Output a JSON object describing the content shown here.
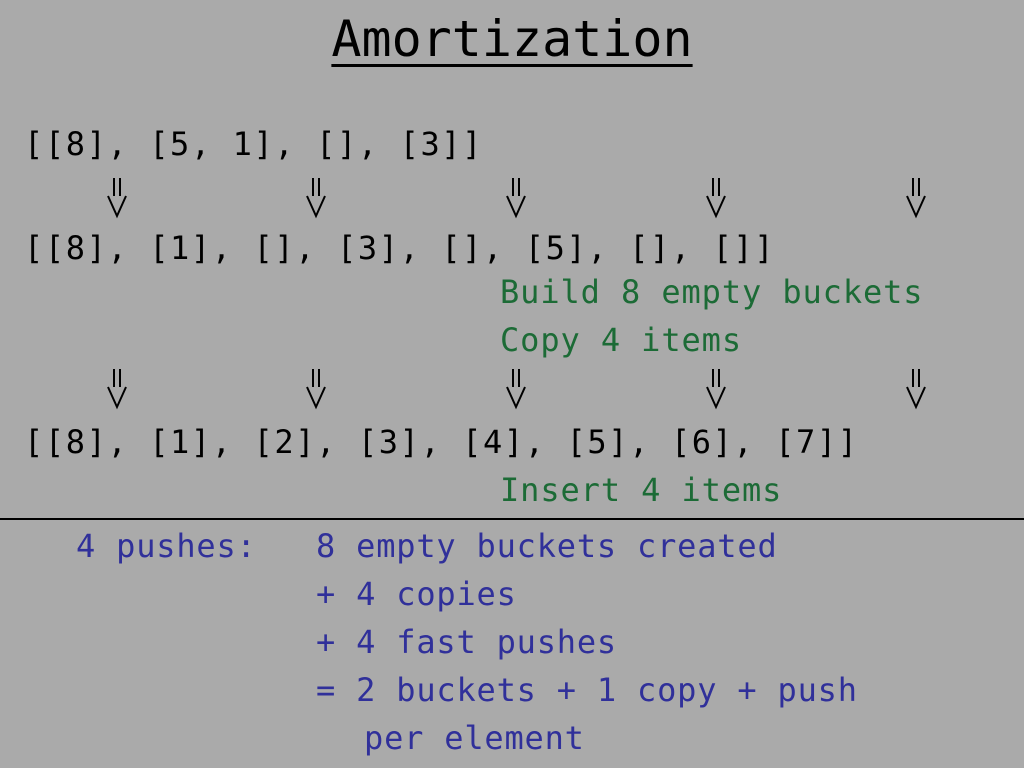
{
  "slide": {
    "title": "Amortization",
    "rows": [
      "[[8], [5, 1], [], [3]]",
      "[[8], [1], [], [3], [], [5], [], []]",
      "[[8], [1], [2], [3], [4], [5], [6], [7]]"
    ],
    "notes": {
      "build": "Build 8 empty buckets",
      "copy": "Copy 4 items",
      "insert": "Insert 4 items"
    },
    "summary": {
      "lead": "4 pushes:",
      "line1": "8 empty buckets created",
      "line2": "+ 4 copies",
      "line3": "+ 4 fast pushes",
      "line4": "= 2 buckets + 1 copy + push",
      "line5": "per element"
    },
    "colors": {
      "background": "#aaaaaa",
      "text": "#000000",
      "note": "#1c6b36",
      "summary": "#30309a"
    },
    "icons": {
      "arrow": "double-down-arrow-icon"
    }
  }
}
